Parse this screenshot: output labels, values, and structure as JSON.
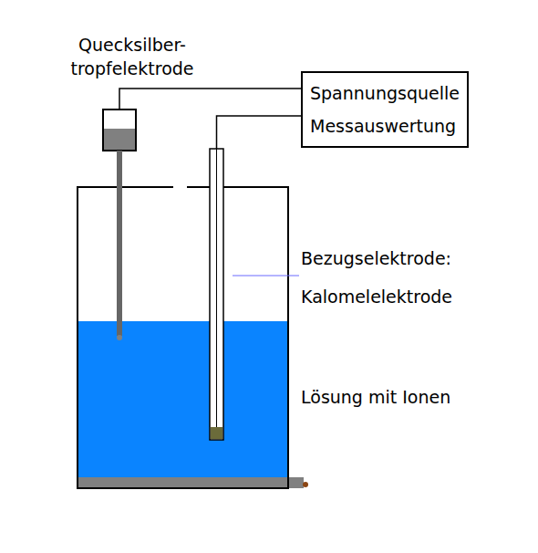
{
  "diagram": {
    "nodes": [
      {
        "text": [
          "Spannungsquelle",
          "Messauswertung"
        ]
      }
    ],
    "labels": [
      "Quecksilber- tropfelektrode",
      "Bezugselektrode: Kalomelelektrode",
      "Lösung mit Ionen"
    ]
  }
}
